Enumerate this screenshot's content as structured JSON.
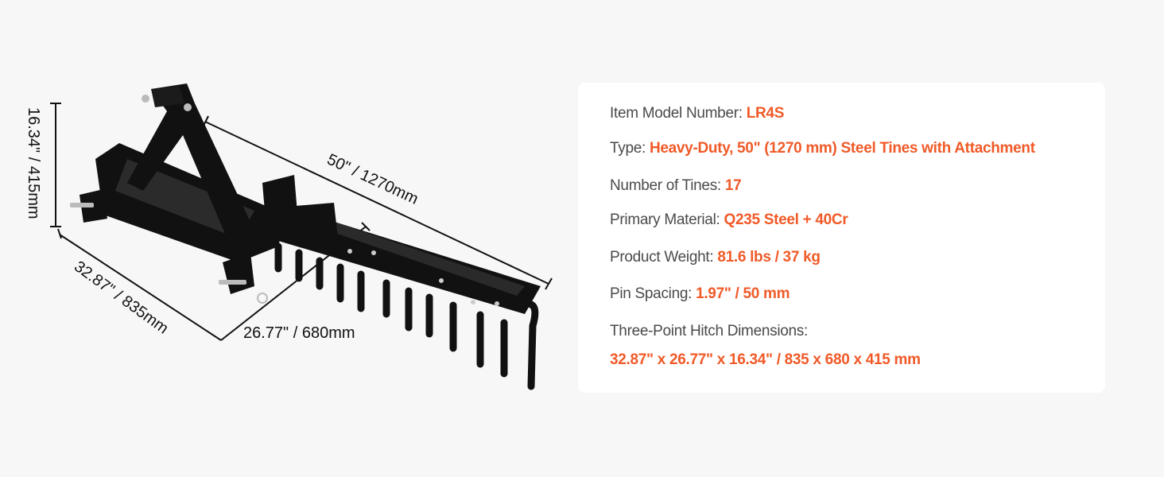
{
  "product_image": {
    "dimensions": {
      "height": "16.34\" / 415mm",
      "length": "50\" / 1270mm",
      "depth": "32.87\" / 835mm",
      "width": "26.77\" / 680mm"
    }
  },
  "specs": [
    {
      "label": "Item Model Number: ",
      "value": "LR4S"
    },
    {
      "label": "Type: ",
      "value": "Heavy-Duty, 50\" (1270 mm) Steel Tines with Attachment"
    },
    {
      "label": "Number of Tines: ",
      "value": "17"
    },
    {
      "label": "Primary Material: ",
      "value": "Q235 Steel + 40Cr"
    },
    {
      "label": "Product Weight: ",
      "value": "81.6 lbs / 37 kg"
    },
    {
      "label": "Pin Spacing: ",
      "value": "1.97\" / 50 mm"
    },
    {
      "label": "Three-Point Hitch Dimensions:",
      "value": "32.87\" x 26.77\" x 16.34\" / 835 x 680 x 415 mm"
    }
  ],
  "colors": {
    "accent": "#f05a28",
    "label": "#4a4a4a",
    "background": "#f7f7f7",
    "card": "#ffffff"
  }
}
